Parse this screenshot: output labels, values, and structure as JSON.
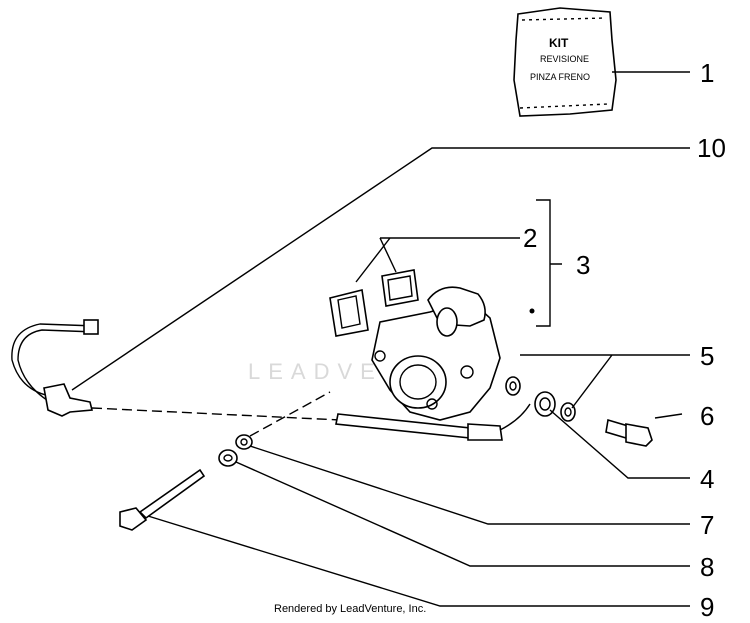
{
  "watermark": "LEADVENTURE",
  "kit_label": {
    "line1": "KIT",
    "line2": "REVISIONE",
    "line3": "PINZA FRENO"
  },
  "callouts": [
    "1",
    "2",
    "3",
    "5",
    "6",
    "4",
    "7",
    "8",
    "9",
    "10"
  ],
  "footer": "Rendered by LeadVenture, Inc."
}
